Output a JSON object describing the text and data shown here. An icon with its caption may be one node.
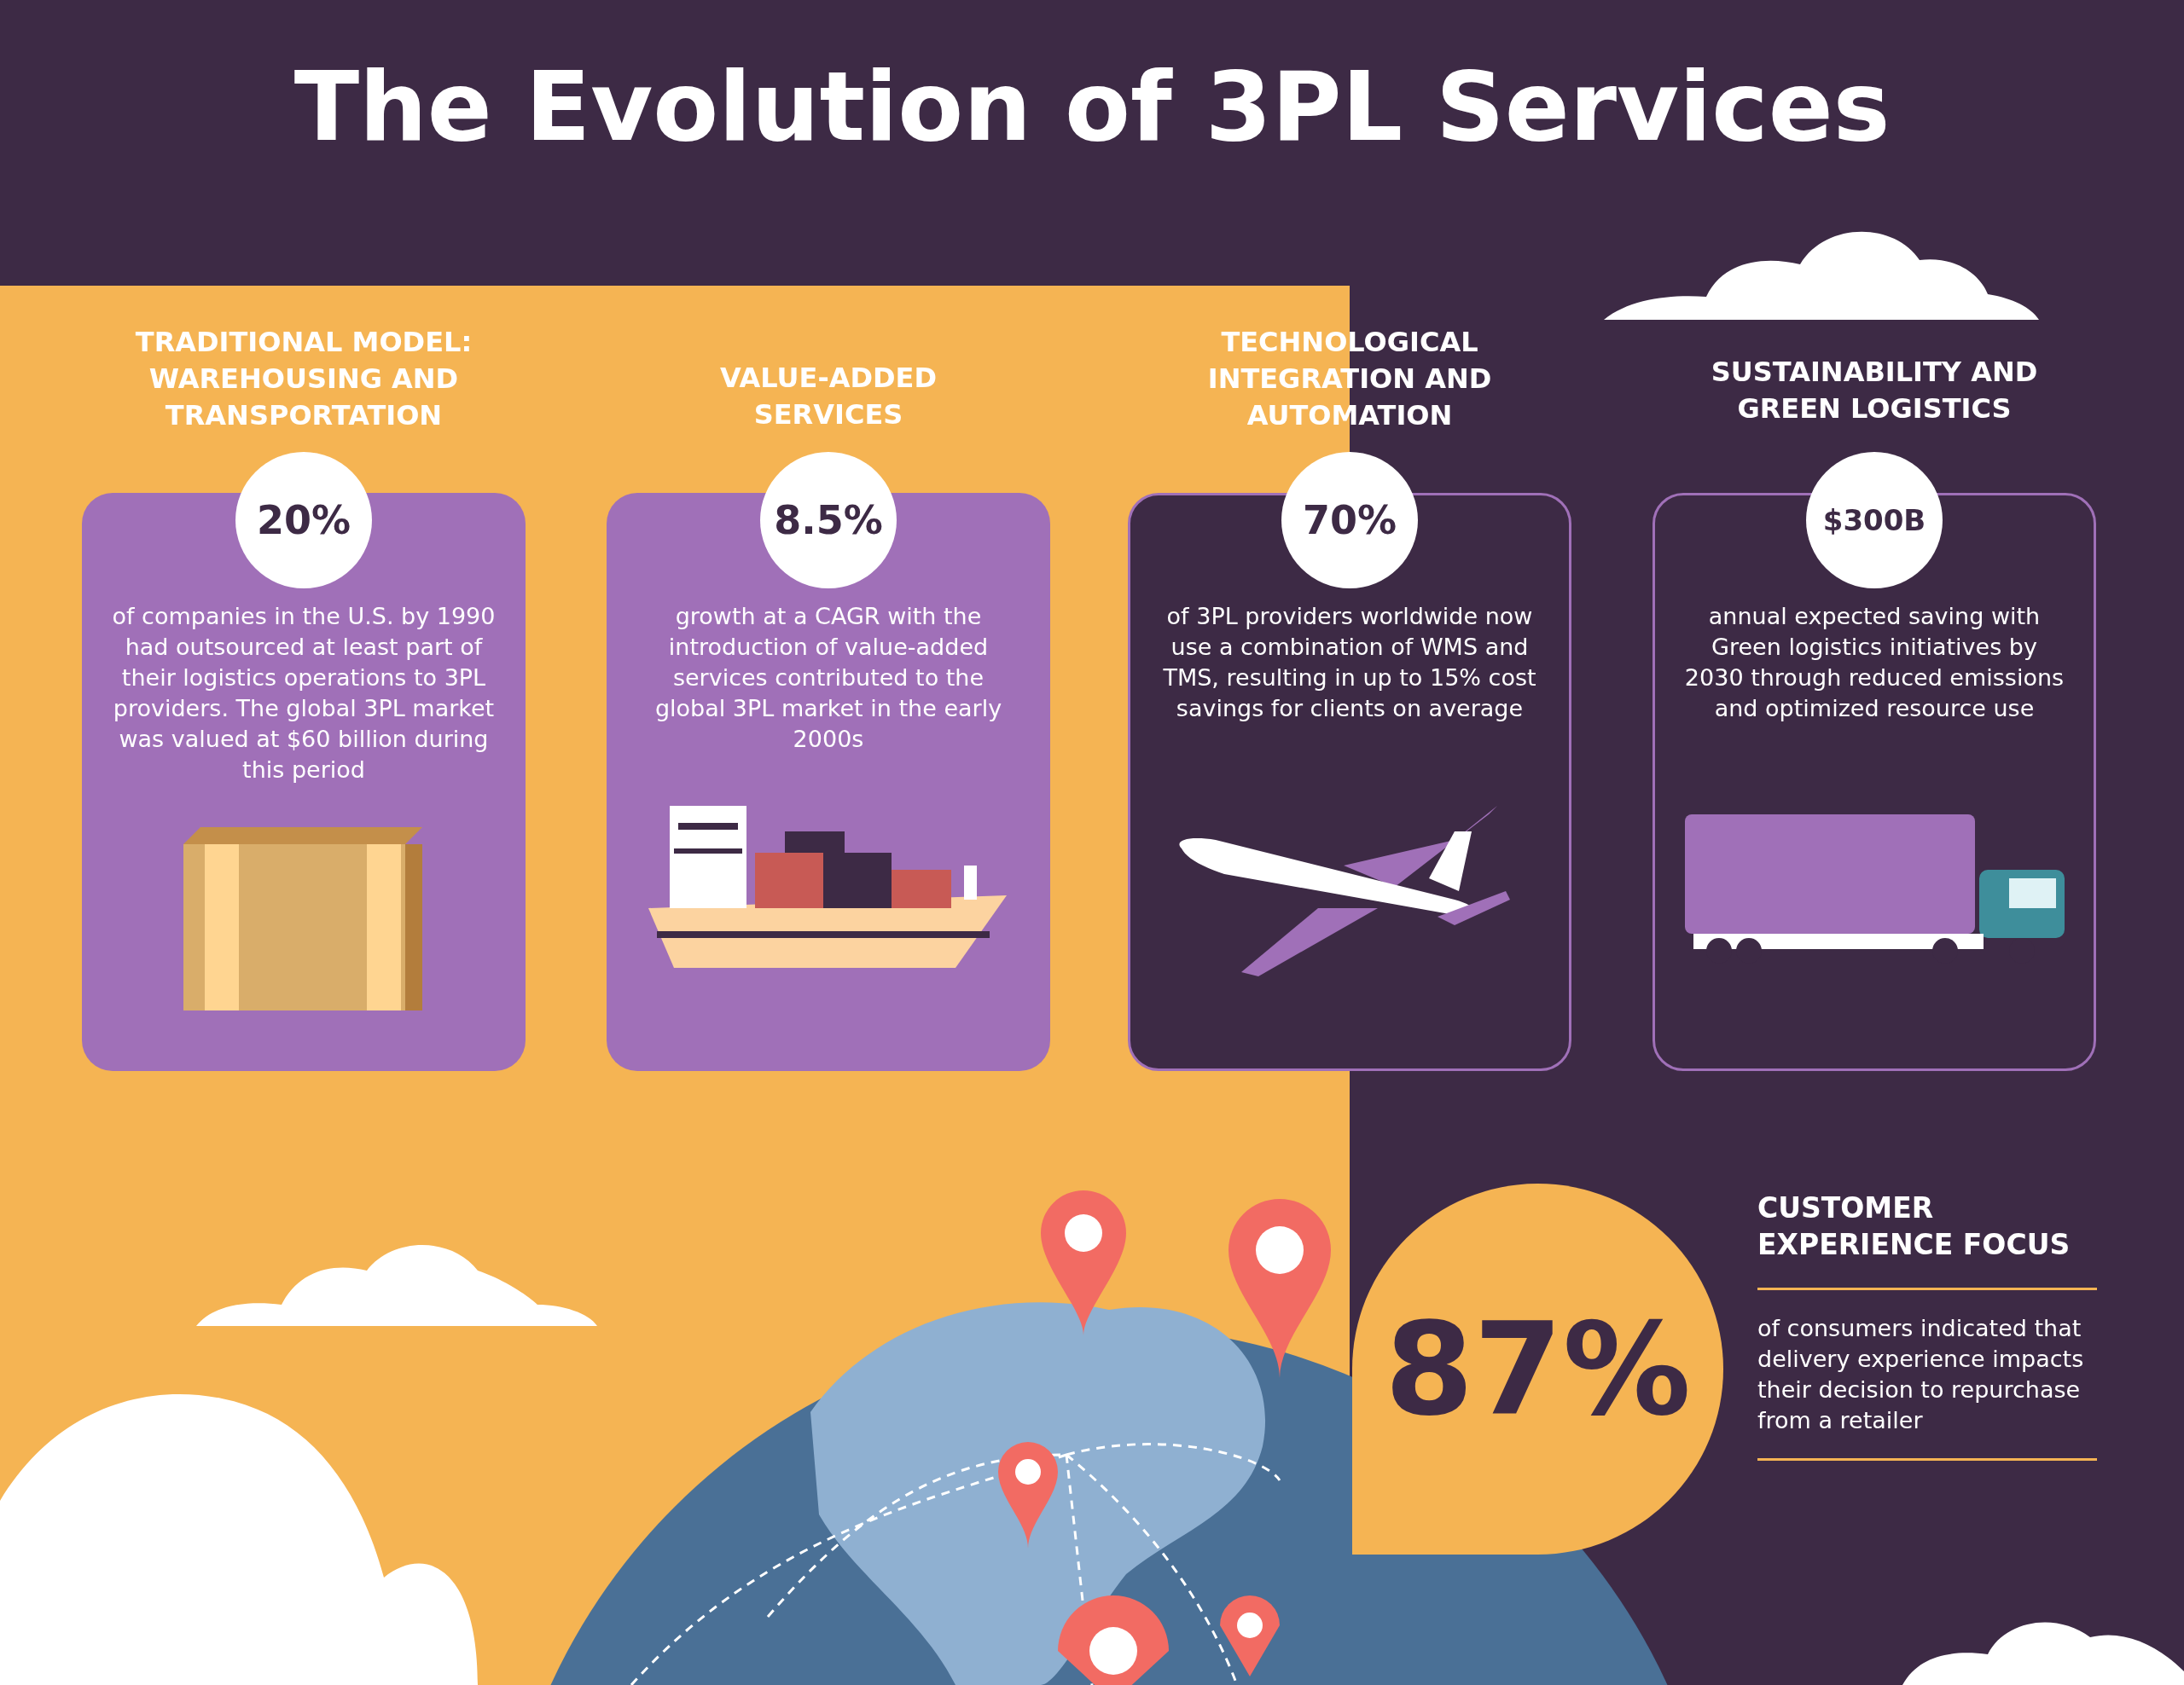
{
  "diagram": {
    "title": "The Evolution of 3PL Services",
    "nodes": [
      {
        "text": [
          "TRADITIONAL MODEL: WAREHOUSING AND TRANSPORTATION",
          "of companies in the U.S. by 1990 had outsourced at least part of their logistics operations to 3PL providers. The global 3PL market was valued at $60 billion during this period"
        ]
      },
      {
        "text": [
          "20%"
        ]
      },
      {
        "text": [
          "VALUE-ADDED SERVICES",
          "growth at a CAGR with the introduction of value-added services contributed to the global 3PL market in the early 2000s"
        ]
      },
      {
        "text": [
          "8.5%"
        ]
      },
      {
        "text": [
          "TECHNOLOGICAL INTEGRATION AND AUTOMATION",
          "of 3PL providers worldwide now use a combination of WMS and TMS, resulting in up to 15% cost savings for clients on average"
        ]
      },
      {
        "text": [
          "70%"
        ]
      },
      {
        "text": [
          "SUSTAINABILITY AND GREEN LOGISTICS",
          "annual expected saving with Green logistics initiatives by 2030 through reduced emissions and optimized resource use"
        ]
      },
      {
        "text": [
          "$300B"
        ]
      },
      {
        "text": [
          "87%"
        ],
        "beside": [
          "CUSTOMER EXPERIENCE FOCUS",
          "of consumers indicated that delivery experience impacts their decision to repurchase from a retailer"
        ]
      }
    ]
  }
}
